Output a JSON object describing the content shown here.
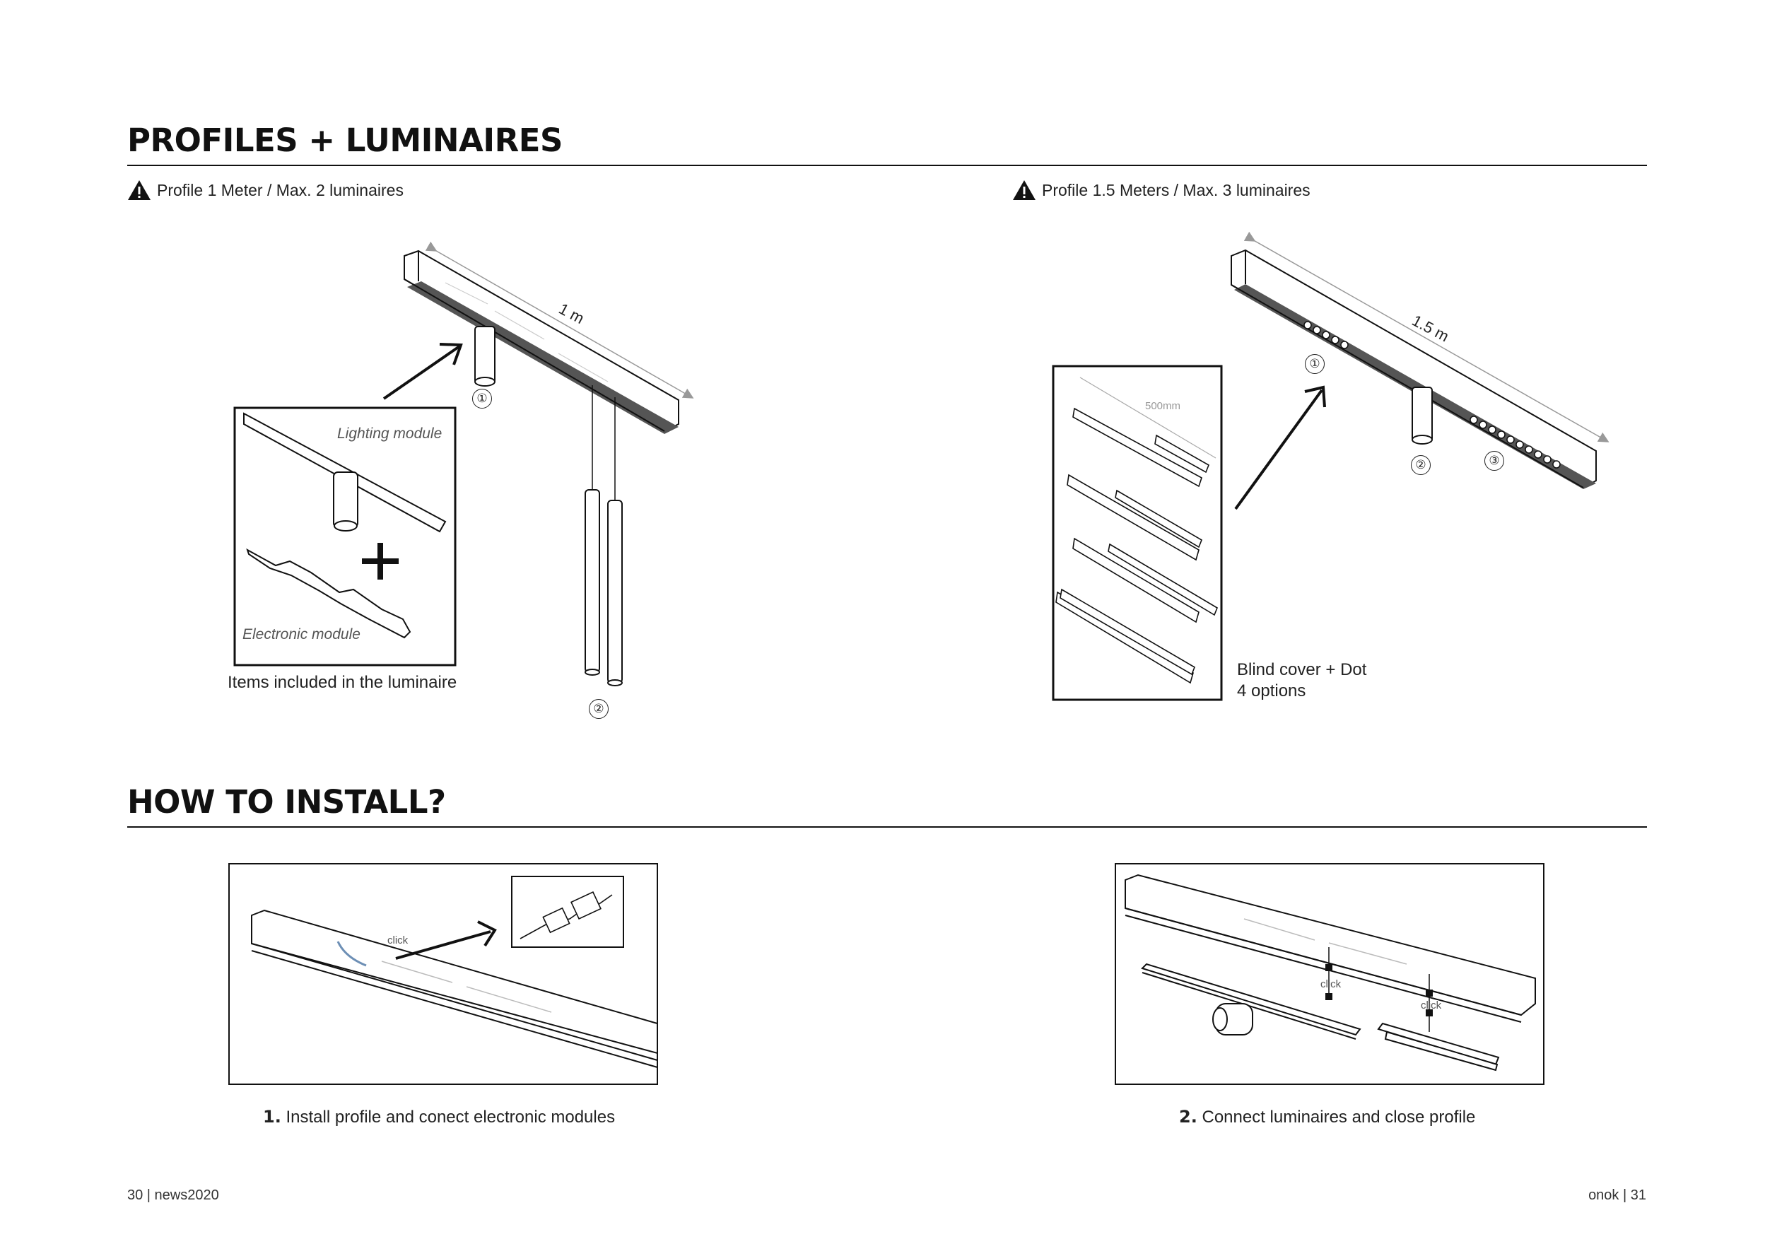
{
  "sections": {
    "profiles_title": "PROFILES + LUMINAIRES",
    "install_title": "HOW TO INSTALL?"
  },
  "profile_1m": {
    "warning": "Profile 1 Meter / Max. 2 luminaires",
    "length_label": "1 m",
    "inset_lighting": "Lighting module",
    "inset_electronic": "Electronic module",
    "inset_caption": "Items included in the luminaire",
    "markers": [
      "①",
      "②"
    ]
  },
  "profile_15m": {
    "warning": "Profile 1.5 Meters / Max. 3 luminaires",
    "length_label": "1.5 m",
    "inset_dim": "500mm",
    "caption_line1": "Blind cover + Dot",
    "caption_line2": "4 options",
    "markers": [
      "①",
      "②",
      "③"
    ]
  },
  "install": {
    "step1_num": "1.",
    "step1_text": "Install profile and conect electronic modules",
    "step1_click": "click",
    "step2_num": "2.",
    "step2_text": "Connect luminaires and close profile",
    "step2_click_a": "click",
    "step2_click_b": "click"
  },
  "footer": {
    "left": "30 | news2020",
    "right": "onok | 31"
  },
  "icons": [
    "warning-triangle-icon",
    "warning-triangle-icon"
  ]
}
